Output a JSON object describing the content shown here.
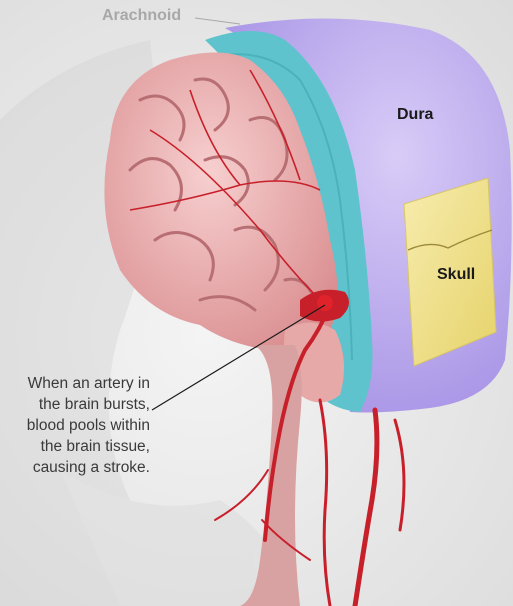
{
  "labels": {
    "arachnoid": "Arachnoid",
    "dura": "Dura",
    "skull": "Skull"
  },
  "caption": {
    "lines": [
      "When an artery in",
      "the brain bursts,",
      "blood pools within",
      "the brain tissue,",
      "causing a stroke."
    ]
  },
  "colors": {
    "dura": "#c9b8f2",
    "arachnoid": "#5ec3cc",
    "brain": "#e9a8a8",
    "skull": "#f1e38a",
    "artery": "#c8202a",
    "label_muted": "#a8a8a8"
  }
}
